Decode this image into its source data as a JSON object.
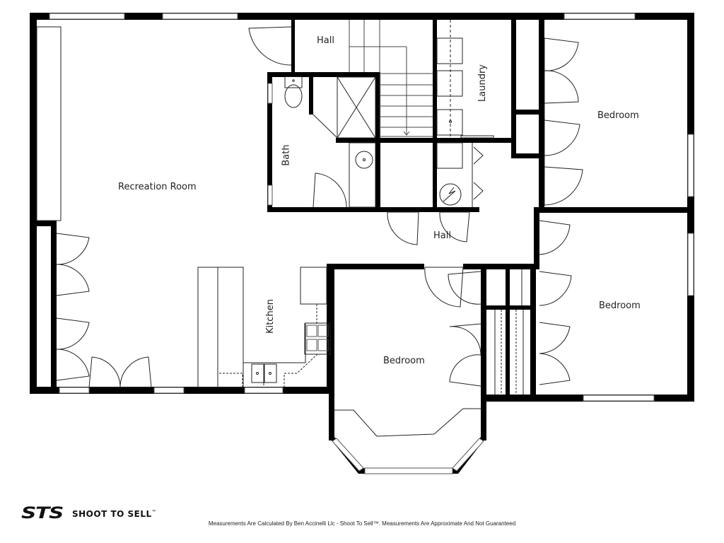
{
  "plan": {
    "type": "floor-plan",
    "wall_color": "#000000",
    "fixture_color": "#222222",
    "background": "#ffffff",
    "rooms": [
      {
        "id": "recreation-room",
        "label": "Recreation Room"
      },
      {
        "id": "hall-upper",
        "label": "Hall"
      },
      {
        "id": "bath",
        "label": "Bath"
      },
      {
        "id": "laundry",
        "label": "Laundry"
      },
      {
        "id": "bedroom-ne",
        "label": "Bedroom"
      },
      {
        "id": "hall-lower",
        "label": "Hall"
      },
      {
        "id": "kitchen",
        "label": "Kitchen"
      },
      {
        "id": "bedroom-center",
        "label": "Bedroom"
      },
      {
        "id": "bedroom-e",
        "label": "Bedroom"
      }
    ]
  },
  "footer": {
    "logo_mark": "STS",
    "brand_name": "SHOOT TO SELL",
    "trademark": "™",
    "disclaimer": "Measurements Are Calculated By Ben Accinelli Llc - Shoot To Sell™. Measurements Are Approximate And Not Guaranteed"
  }
}
